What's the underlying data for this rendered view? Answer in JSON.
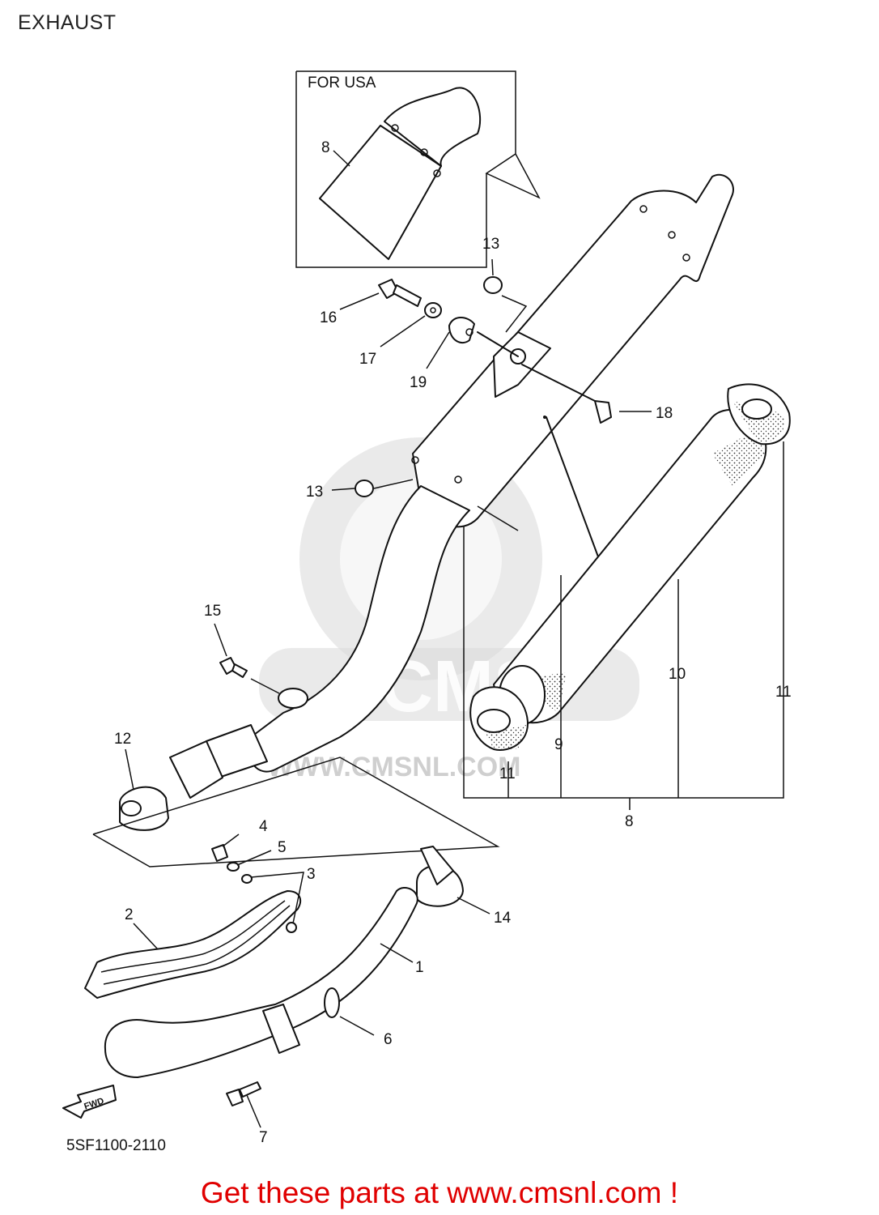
{
  "page": {
    "title": "EXHAUST",
    "promo": "Get these parts at www.cmsnl.com !"
  },
  "diagram": {
    "region_label": "FOR USA",
    "code": "5SF1100-2110",
    "fwd_label": "FWD",
    "watermark": "WWW.CMSNL.COM",
    "watermark_logo": "CMS",
    "callouts": [
      "1",
      "2",
      "3",
      "4",
      "5",
      "6",
      "7",
      "8",
      "8",
      "9",
      "10",
      "11",
      "11",
      "12",
      "13",
      "13",
      "14",
      "15",
      "16",
      "17",
      "18",
      "19"
    ]
  },
  "colors": {
    "promo": "#e00000",
    "line": "#111111",
    "watermark": "#d9d9d9"
  }
}
